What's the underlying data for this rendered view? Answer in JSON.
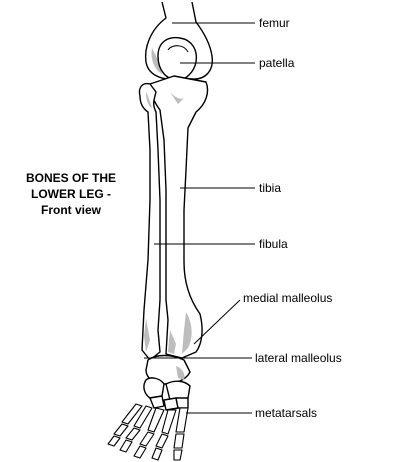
{
  "title": {
    "line1": "BONES OF THE",
    "line2": "LOWER LEG -",
    "line3": "Front view"
  },
  "labels": {
    "femur": "femur",
    "patella": "patella",
    "tibia": "tibia",
    "fibula": "fibula",
    "medial_malleolus": "medial malleolus",
    "lateral_malleolus": "lateral malleolus",
    "metatarsals": "metatarsals"
  }
}
